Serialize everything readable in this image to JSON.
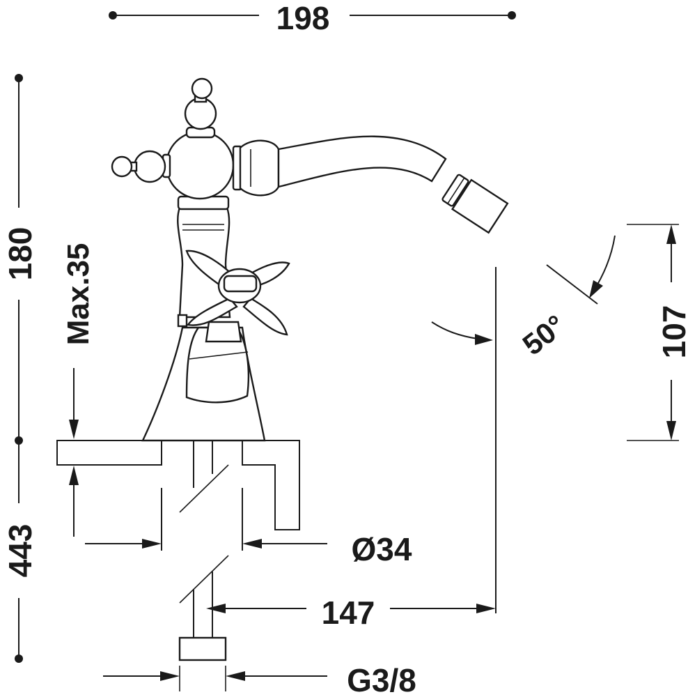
{
  "dimensions": {
    "width_top": "198",
    "total_height": "180",
    "max_deck": "Max.35",
    "spout_height": "107",
    "angle": "50°",
    "under_deck": "443",
    "hole_diameter": "Ø34",
    "reach": "147",
    "connection": "G3/8"
  },
  "colors": {
    "line": "#1a1a1a",
    "background": "#ffffff"
  }
}
